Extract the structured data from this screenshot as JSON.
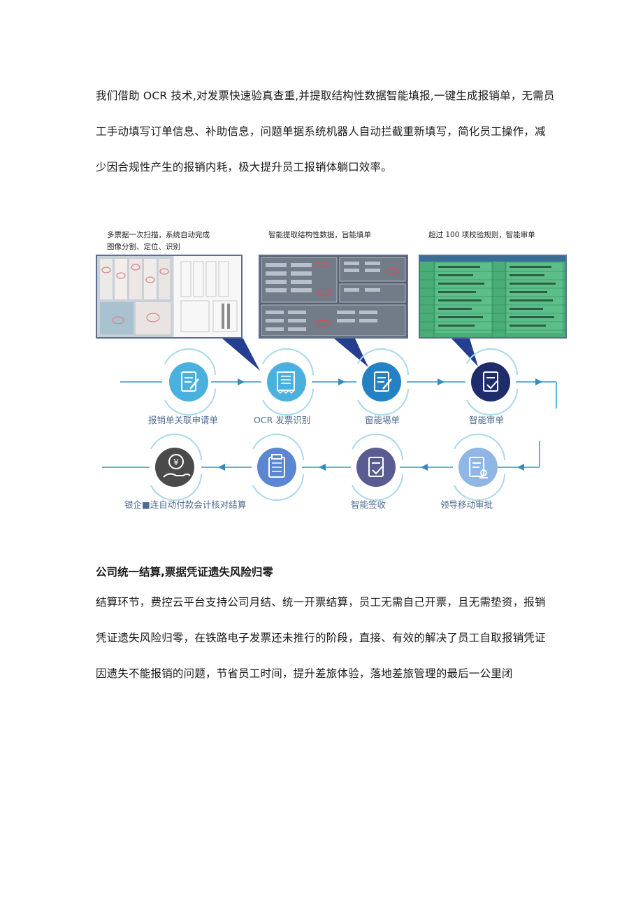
{
  "intro": {
    "lines": [
      "我们借助 OCR 技术,对发票快速验真查重,并提取结构性数据智能填报,一键生成报销单，无需员",
      "工手动填写订单信息、补助信息，问题单据系统机器人自动拦截重新填写，简化员工操作，减",
      "少因合规性产生的报销内耗，极大提升员工报销体躺口效率。"
    ]
  },
  "figure": {
    "captions": [
      {
        "line1": "多票据一次扫描，系统自动完成",
        "line2": "图像分割、定位、识别"
      },
      {
        "line1": "智能提取结构性数据，旨能填单",
        "line2": ""
      },
      {
        "line1": "超过 100 项校验规则，智能审单",
        "line2": ""
      }
    ],
    "flow_row1": [
      "报销单关联申请单",
      "OCR 发票识别",
      "窗能埸单",
      "智能审单"
    ],
    "flow_row2": [
      "银企■连自动付款会计核对结算",
      "智能签收",
      "领导移动审批"
    ],
    "colors": {
      "line": "#5bb7d3",
      "arrow": "#2f8fbf",
      "panel_border": "#5b6f92",
      "panel_pointer": "#243f8f",
      "icon_light": "#4ab1de",
      "icon_mid": "#2482c4",
      "icon_dark": "#1f2c6b",
      "icon_gray": "#4a4a4a",
      "icon_indigo": "#5a63a8",
      "icon_purple": "#5a5c91",
      "icon_blue": "#5b86d3",
      "label": "#4d6a8f"
    },
    "icons": [
      "form-edit-icon",
      "scan-receipt-icon",
      "form-edit-icon",
      "approval-check-icon",
      "yuan-hand-icon",
      "calculator-doc-icon",
      "signed-doc-icon",
      "approve-stamp-icon"
    ]
  },
  "section": {
    "heading": "公司统一结算,票据凭证遗失风险归零",
    "lines": [
      "结算环节，费控云平台支持公司月结、统一开票结算，员工无需自己开票，且无需垫资，报销",
      "凭证遗失风险归零，在铁路电子发票还未推行的阶段，直接、有效的解决了员工自取报销凭证",
      "因遗失不能报销的问题，节省员工时间，提升差旅体验，落地差旅管理的最后一公里闭"
    ]
  }
}
